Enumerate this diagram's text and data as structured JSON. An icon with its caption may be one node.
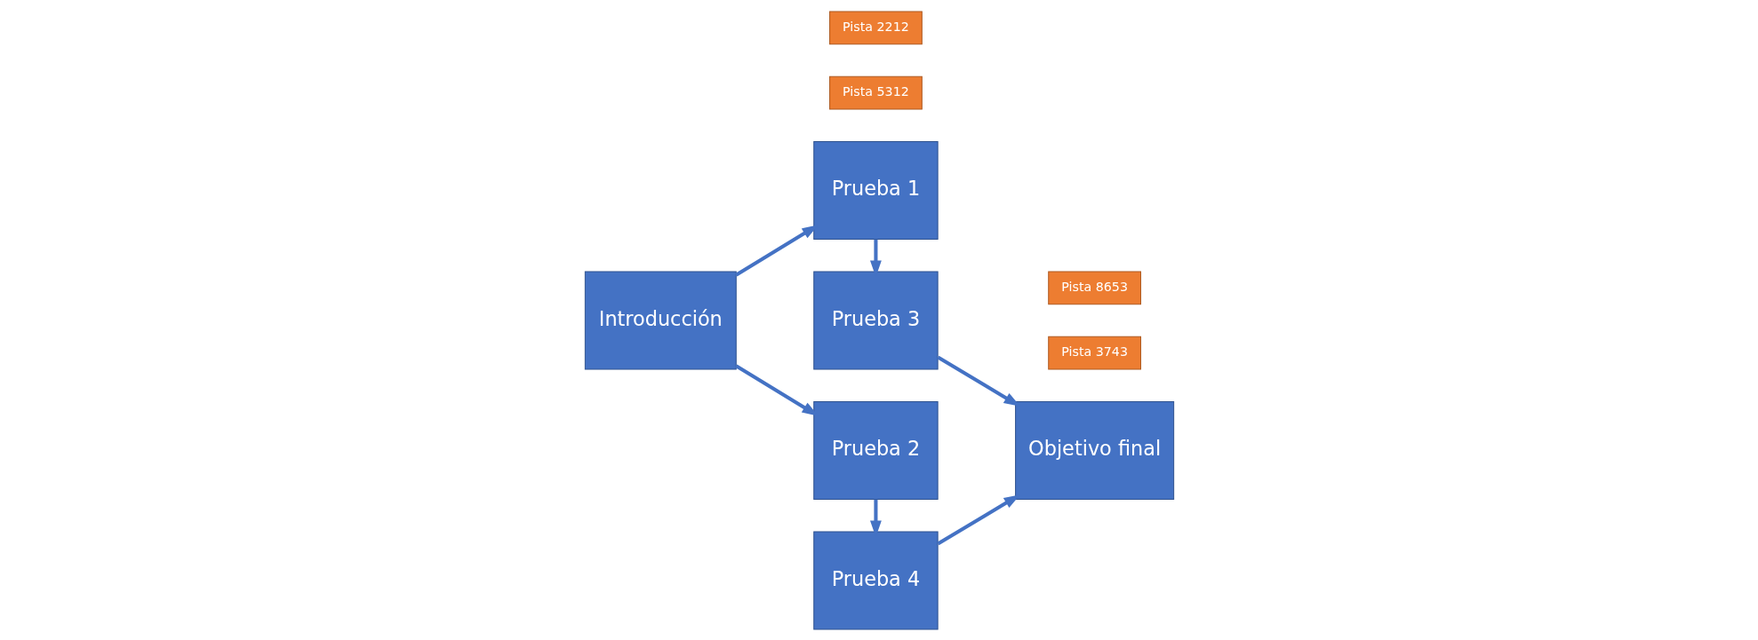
{
  "diagram": {
    "nodes": [
      {
        "text": [
          "Introducción"
        ]
      },
      {
        "text": [
          "Prueba 1"
        ]
      },
      {
        "text": [
          "Prueba 2"
        ]
      },
      {
        "text": [
          "Pista 5312"
        ]
      },
      {
        "text": [
          "Pista 2212"
        ]
      },
      {
        "text": [
          "Prueba 3"
        ]
      },
      {
        "text": [
          "Prueba 4"
        ]
      },
      {
        "text": [
          "Pista 3743"
        ]
      },
      {
        "text": [
          "Pista 8653"
        ]
      },
      {
        "text": [
          "Objetivo final"
        ]
      }
    ],
    "edges": [
      {
        "from": 0,
        "to": 1,
        "arrow": "to"
      },
      {
        "from": 0,
        "to": 2,
        "arrow": "to"
      },
      {
        "from": 1,
        "to": 5,
        "arrow": "to"
      },
      {
        "from": 2,
        "to": 6,
        "arrow": "to"
      },
      {
        "from": 5,
        "to": 9,
        "arrow": "to"
      },
      {
        "from": 6,
        "to": 9,
        "arrow": "to"
      }
    ]
  }
}
